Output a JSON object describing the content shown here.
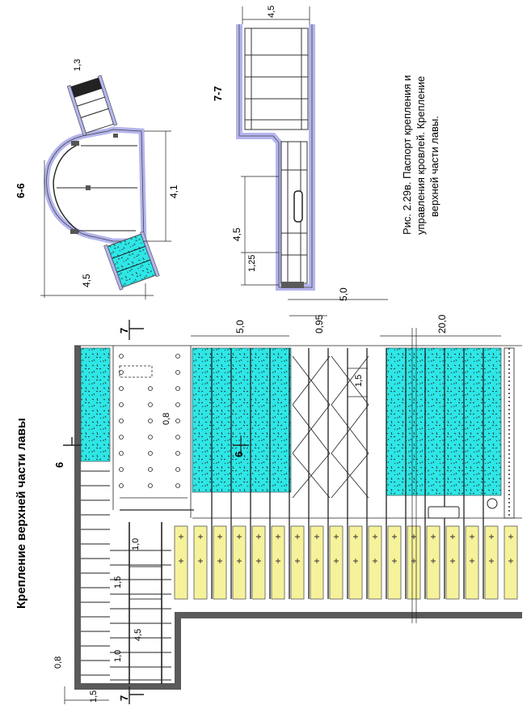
{
  "title": "Крепление верхней части лавы",
  "caption": {
    "line1": "Рис. 2.29в. Паспорт крепления и",
    "line2": "управления кровлей. Крепление",
    "line3": "верхней части лавы."
  },
  "sections": {
    "s66": "6-6",
    "s77": "7-7",
    "mark6_left": "6",
    "mark6_center": "6",
    "mark7_top": "7",
    "mark7_bottom": "7"
  },
  "dims": {
    "d45_top": "4,5",
    "d41": "4,1",
    "d13": "1,3",
    "d45_arch": "4,5",
    "d45_77": "4,5",
    "d125": "1,25",
    "d50_77": "5,0",
    "d50_plan": "5,0",
    "d095": "0,95",
    "d200": "20,0",
    "d15_plan": "1,5",
    "d08_plan": "0,8",
    "d10_a": "1,0",
    "d15_b": "1,5",
    "d45_b": "4,5",
    "d10_b": "1,0",
    "d08_b": "0,8",
    "d15_c": "1,5"
  },
  "colors": {
    "cyan": "#2ee6e6",
    "yellow": "#f6f29b",
    "purple": "#b4b4ee",
    "dark": "#5a5a5a"
  }
}
